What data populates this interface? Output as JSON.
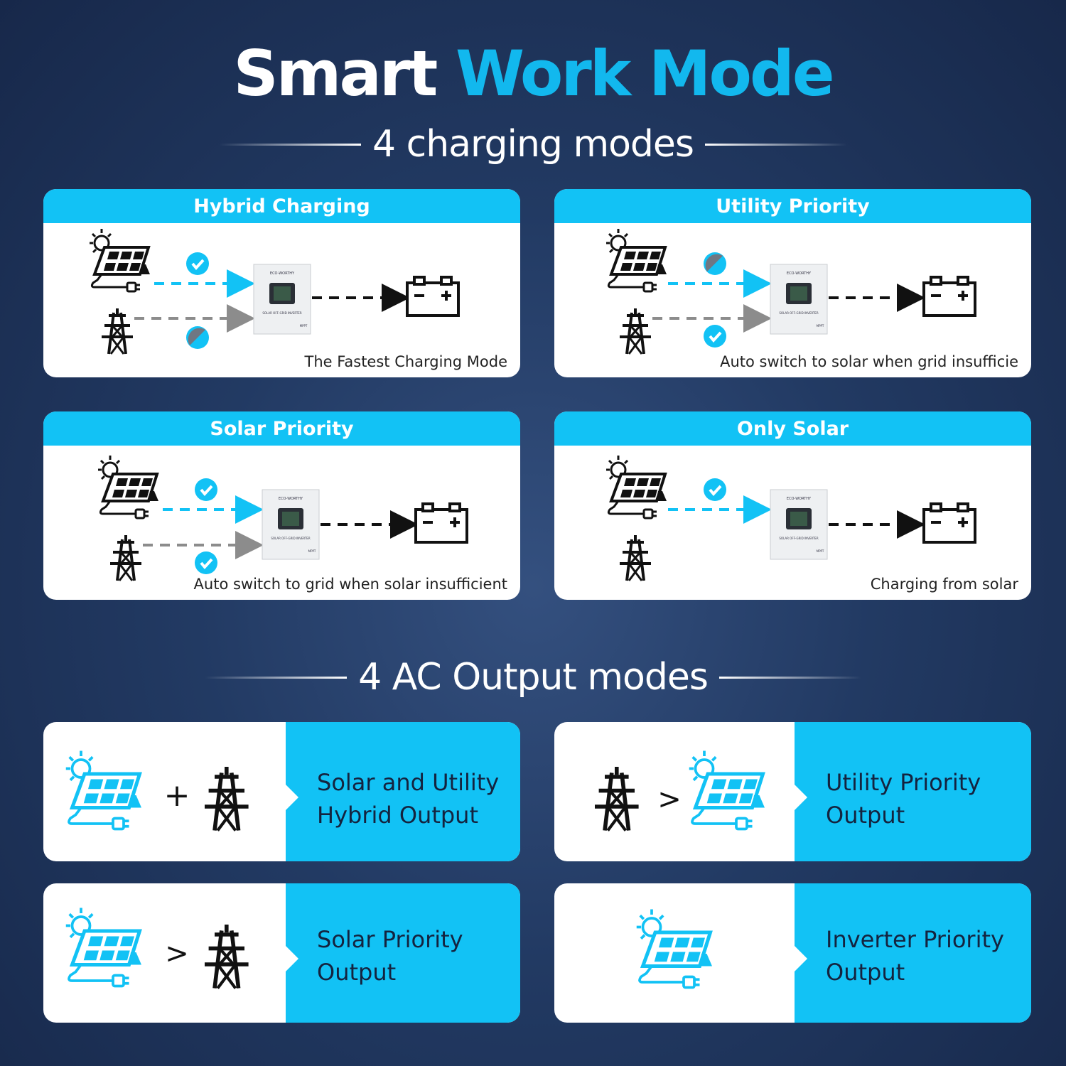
{
  "header": {
    "title_part1": "Smart",
    "title_part2": "Work Mode"
  },
  "charging_section": {
    "heading": "4 charging modes",
    "cards": [
      {
        "title": "Hybrid Charging",
        "caption": "The Fastest Charging Mode"
      },
      {
        "title": "Utility Priority",
        "caption": "Auto switch to solar when grid insufficie"
      },
      {
        "title": "Solar Priority",
        "caption": "Auto switch to grid when solar insufficient"
      },
      {
        "title": "Only Solar",
        "caption": "Charging from solar"
      }
    ]
  },
  "output_section": {
    "heading": "4 AC Output modes",
    "cards": [
      {
        "line1": "Solar and Utility",
        "line2": "Hybrid Output",
        "operator": "+"
      },
      {
        "line1": "Utility Priority",
        "line2": "Output",
        "operator": ">"
      },
      {
        "line1": "Solar Priority",
        "line2": "Output",
        "operator": ">"
      },
      {
        "line1": "Inverter Priority",
        "line2": "Output",
        "operator": ""
      }
    ]
  },
  "inverter_labels": {
    "brand": "ECO-WORTHY",
    "model": "SOLAR OFF-GRID INVERTER",
    "badge": "MPPT"
  },
  "colors": {
    "accent": "#12c2f5",
    "background": "#223a63"
  }
}
